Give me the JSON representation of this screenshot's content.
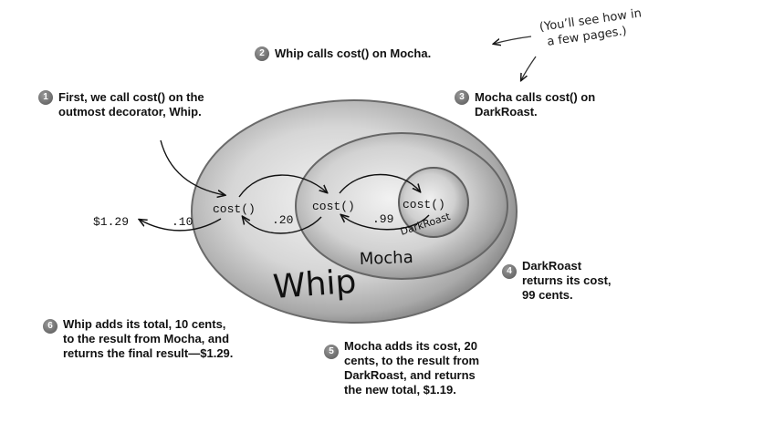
{
  "steps": [
    {
      "badge": "1",
      "lines": [
        "First, we call cost() on the",
        "outmost decorator, Whip."
      ]
    },
    {
      "badge": "2",
      "lines": [
        "Whip calls cost() on Mocha."
      ]
    },
    {
      "badge": "3",
      "lines": [
        "Mocha calls cost() on",
        "DarkRoast."
      ]
    },
    {
      "badge": "4",
      "lines": [
        "DarkRoast",
        "returns its cost,",
        "99 cents."
      ]
    },
    {
      "badge": "5",
      "lines": [
        "Mocha adds its cost, 20",
        "cents, to the result from",
        "DarkRoast, and returns",
        "the new total, $1.19."
      ]
    },
    {
      "badge": "6",
      "lines": [
        "Whip adds its total, 10 cents,",
        "to the result from Mocha, and",
        "returns the final result—$1.29."
      ]
    }
  ],
  "side_note": [
    "(You’ll see how in",
    "a few pages.)"
  ],
  "diagram": {
    "whip_label": "Whip",
    "mocha_label": "Mocha",
    "darkroast_label": "DarkRoast",
    "whip_cost_call": "cost()",
    "mocha_cost_call": "cost()",
    "darkroast_cost_call": "cost()",
    "whip_cost": ".10",
    "mocha_cost": ".20",
    "darkroast_cost": ".99",
    "final_total": "$1.29"
  }
}
